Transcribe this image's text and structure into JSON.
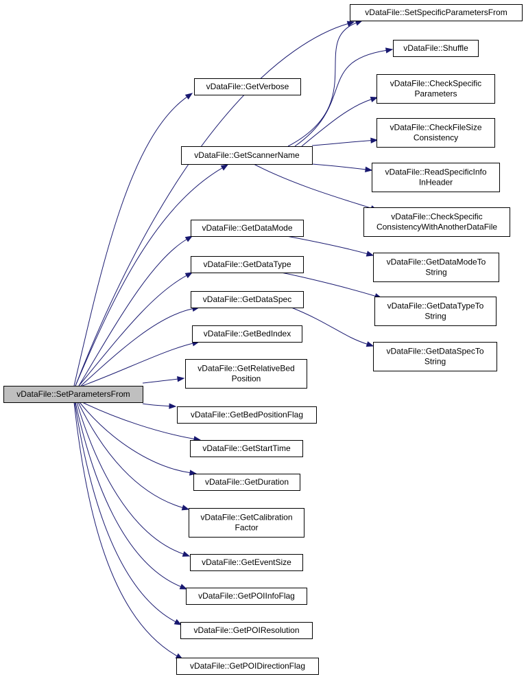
{
  "colors": {
    "edge": "#191970",
    "node_fill": "#ffffff",
    "root_fill": "#bfbfbf",
    "border": "#000000"
  },
  "nodes": [
    {
      "id": "set_parameters_from",
      "lines": [
        "vDataFile::SetParametersFrom"
      ],
      "root": true
    },
    {
      "id": "set_specific_parameters_from",
      "lines": [
        "vDataFile::SetSpecificParametersFrom"
      ]
    },
    {
      "id": "shuffle",
      "lines": [
        "vDataFile::Shuffle"
      ]
    },
    {
      "id": "get_verbose",
      "lines": [
        "vDataFile::GetVerbose"
      ]
    },
    {
      "id": "check_specific_parameters",
      "lines": [
        "vDataFile::CheckSpecific",
        "Parameters"
      ]
    },
    {
      "id": "check_file_size_consistency",
      "lines": [
        "vDataFile::CheckFileSize",
        "Consistency"
      ]
    },
    {
      "id": "get_scanner_name",
      "lines": [
        "vDataFile::GetScannerName"
      ]
    },
    {
      "id": "read_specific_info_in_header",
      "lines": [
        "vDataFile::ReadSpecificInfo",
        "InHeader"
      ]
    },
    {
      "id": "check_specific_consistency",
      "lines": [
        "vDataFile::CheckSpecific",
        "ConsistencyWithAnotherDataFile"
      ]
    },
    {
      "id": "get_data_mode",
      "lines": [
        "vDataFile::GetDataMode"
      ]
    },
    {
      "id": "get_data_mode_to_string",
      "lines": [
        "vDataFile::GetDataModeTo",
        "String"
      ]
    },
    {
      "id": "get_data_type",
      "lines": [
        "vDataFile::GetDataType"
      ]
    },
    {
      "id": "get_data_spec",
      "lines": [
        "vDataFile::GetDataSpec"
      ]
    },
    {
      "id": "get_data_type_to_string",
      "lines": [
        "vDataFile::GetDataTypeTo",
        "String"
      ]
    },
    {
      "id": "get_bed_index",
      "lines": [
        "vDataFile::GetBedIndex"
      ]
    },
    {
      "id": "get_data_spec_to_string",
      "lines": [
        "vDataFile::GetDataSpecTo",
        "String"
      ]
    },
    {
      "id": "get_relative_bed_position",
      "lines": [
        "vDataFile::GetRelativeBed",
        "Position"
      ]
    },
    {
      "id": "get_bed_position_flag",
      "lines": [
        "vDataFile::GetBedPositionFlag"
      ]
    },
    {
      "id": "get_start_time",
      "lines": [
        "vDataFile::GetStartTime"
      ]
    },
    {
      "id": "get_duration",
      "lines": [
        "vDataFile::GetDuration"
      ]
    },
    {
      "id": "get_calibration_factor",
      "lines": [
        "vDataFile::GetCalibration",
        "Factor"
      ]
    },
    {
      "id": "get_event_size",
      "lines": [
        "vDataFile::GetEventSize"
      ]
    },
    {
      "id": "get_poi_info_flag",
      "lines": [
        "vDataFile::GetPOIInfoFlag"
      ]
    },
    {
      "id": "get_poi_resolution",
      "lines": [
        "vDataFile::GetPOIResolution"
      ]
    },
    {
      "id": "get_poi_direction_flag",
      "lines": [
        "vDataFile::GetPOIDirectionFlag"
      ]
    }
  ],
  "edges": [
    {
      "from": "set_parameters_from",
      "to": "set_specific_parameters_from"
    },
    {
      "from": "set_parameters_from",
      "to": "get_verbose"
    },
    {
      "from": "set_parameters_from",
      "to": "get_scanner_name"
    },
    {
      "from": "set_parameters_from",
      "to": "get_data_mode"
    },
    {
      "from": "set_parameters_from",
      "to": "get_data_type"
    },
    {
      "from": "set_parameters_from",
      "to": "get_data_spec"
    },
    {
      "from": "set_parameters_from",
      "to": "get_bed_index"
    },
    {
      "from": "set_parameters_from",
      "to": "get_relative_bed_position"
    },
    {
      "from": "set_parameters_from",
      "to": "get_bed_position_flag"
    },
    {
      "from": "set_parameters_from",
      "to": "get_start_time"
    },
    {
      "from": "set_parameters_from",
      "to": "get_duration"
    },
    {
      "from": "set_parameters_from",
      "to": "get_calibration_factor"
    },
    {
      "from": "set_parameters_from",
      "to": "get_event_size"
    },
    {
      "from": "set_parameters_from",
      "to": "get_poi_info_flag"
    },
    {
      "from": "set_parameters_from",
      "to": "get_poi_resolution"
    },
    {
      "from": "set_parameters_from",
      "to": "get_poi_direction_flag"
    },
    {
      "from": "get_scanner_name",
      "to": "set_specific_parameters_from"
    },
    {
      "from": "get_scanner_name",
      "to": "shuffle"
    },
    {
      "from": "get_scanner_name",
      "to": "check_specific_parameters"
    },
    {
      "from": "get_scanner_name",
      "to": "check_file_size_consistency"
    },
    {
      "from": "get_scanner_name",
      "to": "read_specific_info_in_header"
    },
    {
      "from": "get_scanner_name",
      "to": "check_specific_consistency"
    },
    {
      "from": "get_data_mode",
      "to": "get_data_mode_to_string"
    },
    {
      "from": "get_data_type",
      "to": "get_data_type_to_string"
    },
    {
      "from": "get_data_spec",
      "to": "get_data_spec_to_string"
    }
  ]
}
